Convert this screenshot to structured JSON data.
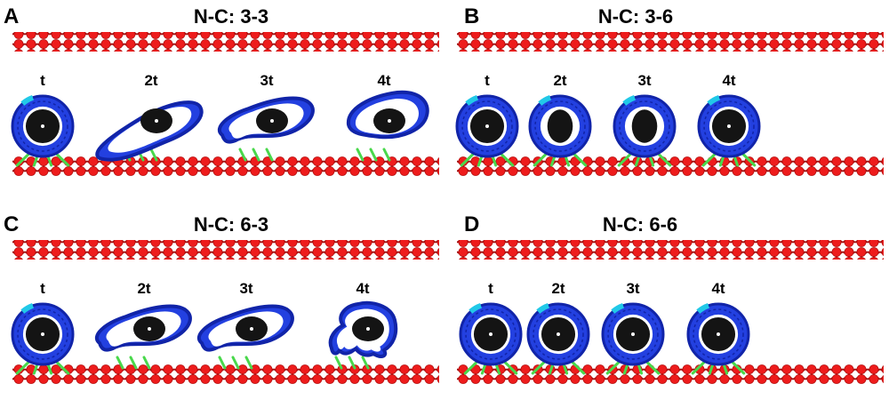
{
  "colors": {
    "wall_bead": "#ee1c1c",
    "wall_bond": "#a10e0e",
    "membrane": "#2340e0",
    "membrane_dark": "#1124a8",
    "membrane_tag": "#21c9e8",
    "nucleus": "#141414",
    "gap": "#ffffff",
    "adhesion": "#49d84b"
  },
  "panels": [
    {
      "letter": "A",
      "title": "N-C: 3-3",
      "cells": [
        {
          "time": "t",
          "shape": "round"
        },
        {
          "time": "2t",
          "shape": "stretched"
        },
        {
          "time": "3t",
          "shape": "tailed"
        },
        {
          "time": "4t",
          "shape": "lifted"
        }
      ]
    },
    {
      "letter": "B",
      "title": "N-C: 3-6",
      "cells": [
        {
          "time": "t",
          "shape": "round"
        },
        {
          "time": "2t",
          "shape": "round-deformed-nucleus"
        },
        {
          "time": "3t",
          "shape": "round-deformed-nucleus"
        },
        {
          "time": "4t",
          "shape": "round"
        }
      ]
    },
    {
      "letter": "C",
      "title": "N-C: 6-3",
      "cells": [
        {
          "time": "t",
          "shape": "round"
        },
        {
          "time": "2t",
          "shape": "tailed"
        },
        {
          "time": "3t",
          "shape": "tailed"
        },
        {
          "time": "4t",
          "shape": "wrinkled"
        }
      ]
    },
    {
      "letter": "D",
      "title": "N-C: 6-6",
      "cells": [
        {
          "time": "t",
          "shape": "round"
        },
        {
          "time": "2t",
          "shape": "round"
        },
        {
          "time": "3t",
          "shape": "round"
        },
        {
          "time": "4t",
          "shape": "round"
        }
      ]
    }
  ]
}
